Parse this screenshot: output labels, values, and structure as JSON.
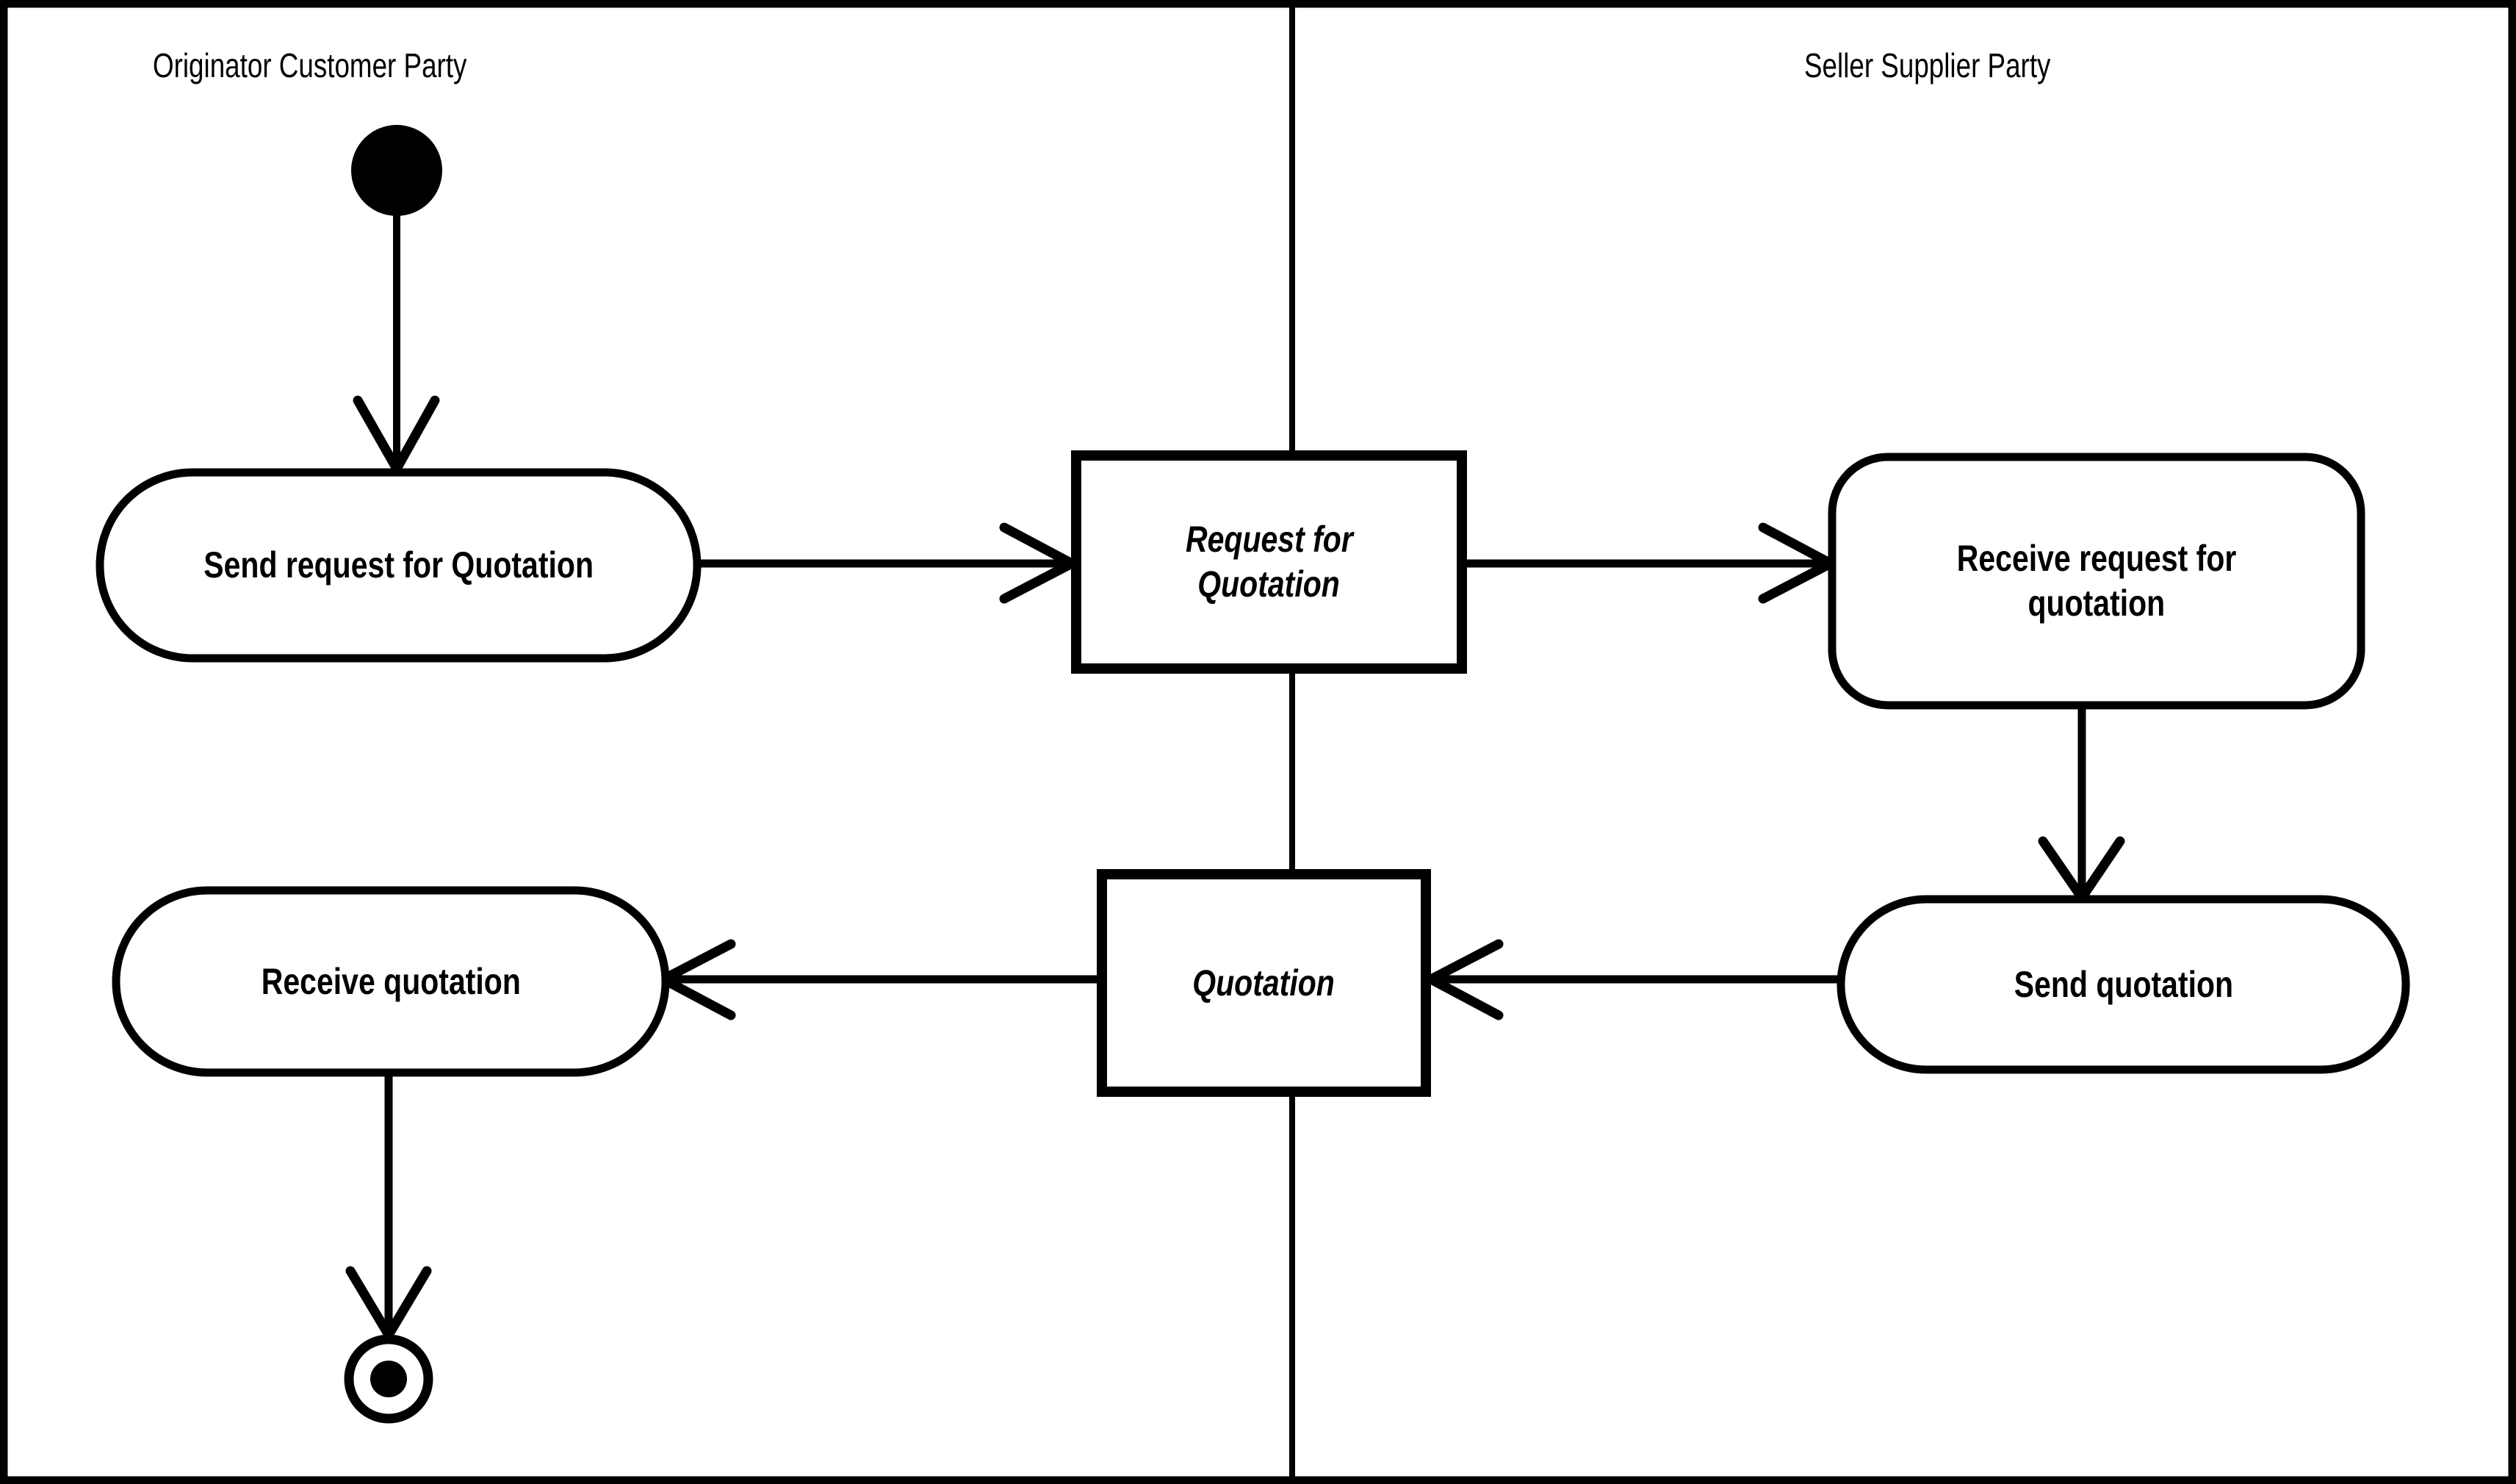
{
  "diagram": {
    "type": "uml-activity-diagram",
    "title": "",
    "colors": {
      "stroke": "#000000",
      "fill": "#ffffff",
      "background": "#ffffff"
    },
    "lanes": [
      {
        "id": "originator",
        "label": "Originator Customer Party"
      },
      {
        "id": "seller",
        "label": "Seller Supplier Party"
      }
    ],
    "nodes": {
      "initial": {
        "name": "initial-node",
        "shape": "filled-circle",
        "label": ""
      },
      "send_request": {
        "name": "send-request-for-quotation",
        "shape": "rounded-rectangle",
        "label": "Send request for Quotation"
      },
      "request_object": {
        "name": "request-for-quotation-object",
        "shape": "rectangle",
        "label_line1": "Request for",
        "label_line2": "Quotation"
      },
      "receive_request": {
        "name": "receive-request-for-quotation",
        "shape": "rounded-rectangle",
        "label_line1": "Receive request for",
        "label_line2": "quotation"
      },
      "send_quotation": {
        "name": "send-quotation",
        "shape": "rounded-rectangle",
        "label": "Send quotation"
      },
      "quotation_object": {
        "name": "quotation-object",
        "shape": "rectangle",
        "label": "Quotation"
      },
      "receive_quotation": {
        "name": "receive-quotation",
        "shape": "rounded-rectangle",
        "label": "Receive quotation"
      },
      "final": {
        "name": "final-node",
        "shape": "circle-with-dot",
        "label": ""
      }
    },
    "edges": [
      {
        "from": "initial",
        "to": "send_request",
        "direction": "down",
        "label": ""
      },
      {
        "from": "send_request",
        "to": "request_object",
        "direction": "right",
        "label": ""
      },
      {
        "from": "request_object",
        "to": "receive_request",
        "direction": "right",
        "label": ""
      },
      {
        "from": "receive_request",
        "to": "send_quotation",
        "direction": "down",
        "label": ""
      },
      {
        "from": "send_quotation",
        "to": "quotation_object",
        "direction": "left",
        "label": ""
      },
      {
        "from": "quotation_object",
        "to": "receive_quotation",
        "direction": "left",
        "label": ""
      },
      {
        "from": "receive_quotation",
        "to": "final",
        "direction": "down",
        "label": ""
      }
    ]
  }
}
